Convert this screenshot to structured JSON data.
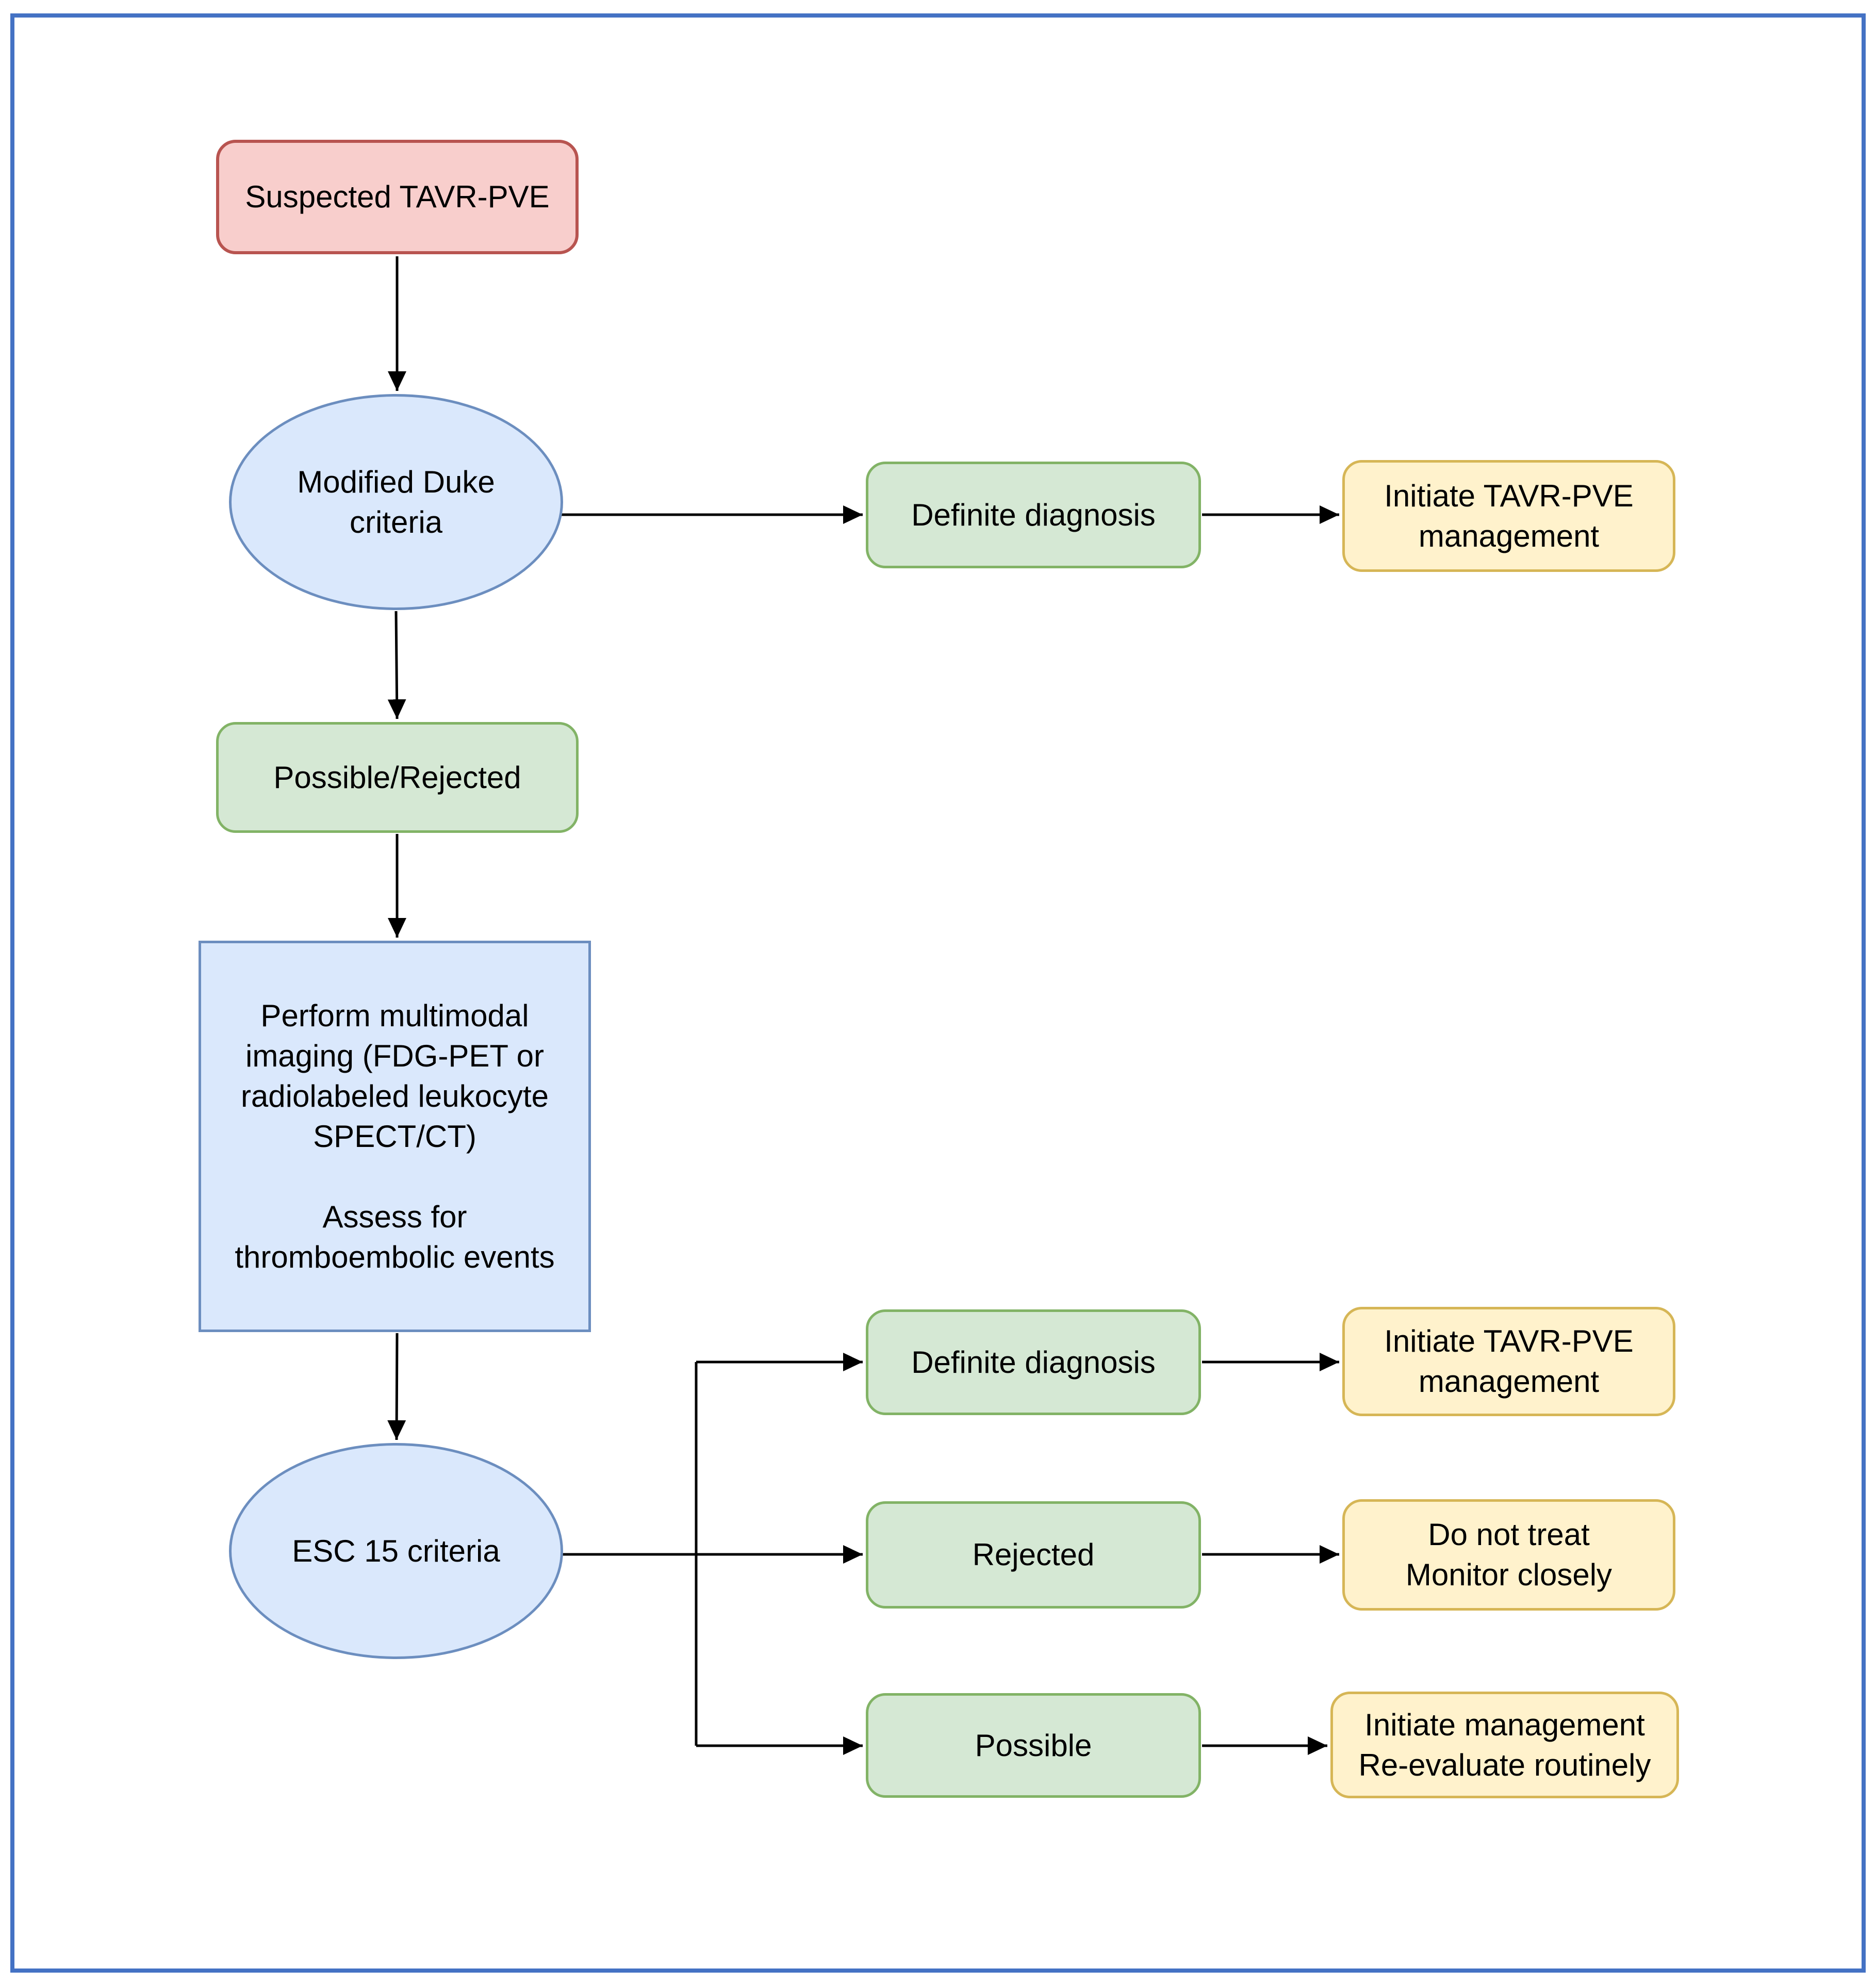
{
  "diagram": {
    "nodes": {
      "suspected": {
        "label": "Suspected TAVR-PVE"
      },
      "modified_duke": {
        "label": "Modified Duke criteria"
      },
      "definite_top": {
        "label": "Definite diagnosis"
      },
      "initiate_top": {
        "label": "Initiate TAVR-PVE management"
      },
      "possible_rejected": {
        "label": "Possible/Rejected"
      },
      "imaging": {
        "paragraph1": "Perform multimodal imaging (FDG-PET or radiolabeled leukocyte SPECT/CT)",
        "paragraph2": "Assess for thromboembolic events"
      },
      "esc15": {
        "label": "ESC 15 criteria"
      },
      "definite_bottom": {
        "label": "Definite diagnosis"
      },
      "initiate_bottom": {
        "label": "Initiate TAVR-PVE management"
      },
      "rejected": {
        "label": "Rejected"
      },
      "do_not_treat": {
        "line1": "Do not treat",
        "line2": "Monitor closely"
      },
      "possible": {
        "label": "Possible"
      },
      "initiate_reevaluate": {
        "line1": "Initiate management",
        "line2": "Re-evaluate routinely"
      }
    },
    "colors": {
      "red_fill": "#f8cecc",
      "red_stroke": "#b85450",
      "blue_fill": "#dae8fc",
      "blue_stroke": "#6c8ebf",
      "green_fill": "#d5e8d4",
      "green_stroke": "#82b366",
      "yellow_fill": "#fff2cc",
      "yellow_stroke": "#d6b656",
      "frame": "#4472c4",
      "arrow": "#000000"
    }
  }
}
